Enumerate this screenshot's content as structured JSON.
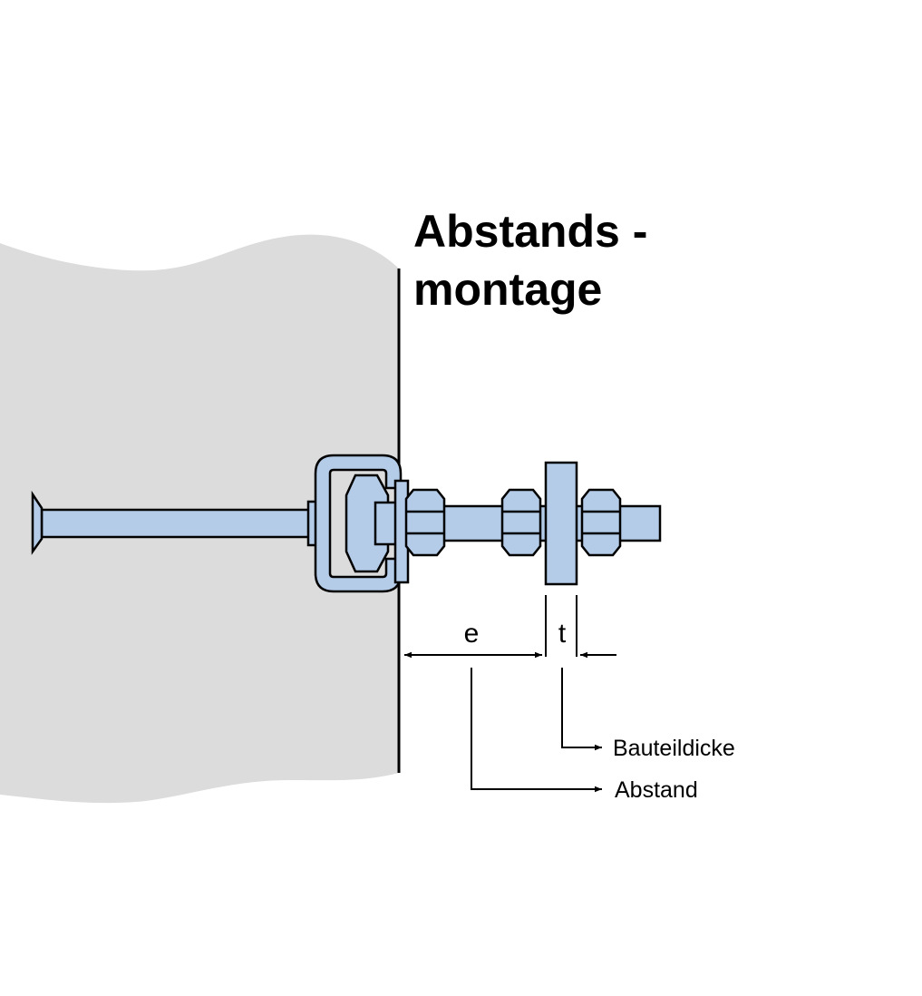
{
  "title": {
    "line1": "Abstands -",
    "line2": "montage"
  },
  "dimensions": {
    "e": "e",
    "t": "t"
  },
  "callouts": {
    "bauteildicke": "Bauteildicke",
    "abstand": "Abstand"
  },
  "colors": {
    "concrete": "#dcdcdc",
    "steel": "#b4cce8",
    "outline": "#000000"
  }
}
